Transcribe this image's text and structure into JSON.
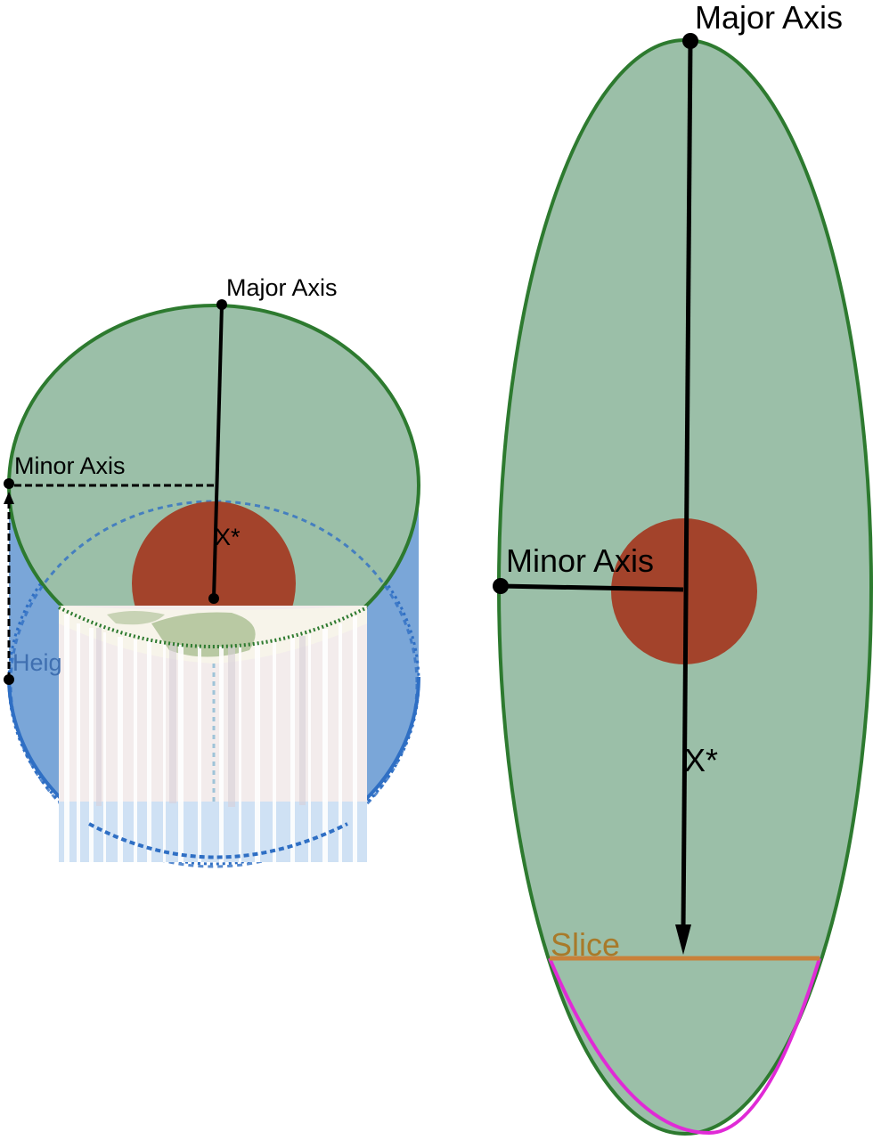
{
  "colors": {
    "ellipse_fill": "#9bbfa8",
    "ellipse_stroke": "#2d7a2f",
    "cylinder_fill": "#7aa6d8",
    "cylinder_stroke": "#2f6fc4",
    "core_fill": "#a3432b",
    "axis": "#000000",
    "slice": "#c9813a",
    "slice_label": "#a87a2a",
    "cap_arc": "#e02ad6",
    "height_label": "#3f6fb0"
  },
  "left_figure": {
    "major_axis_label": "Major Axis",
    "minor_axis_label": "Minor Axis",
    "center_label": "X*",
    "height_label": "Heig"
  },
  "right_figure": {
    "major_axis_label": "Major Axis",
    "minor_axis_label": "Minor Axis",
    "center_label": "X*",
    "slice_label": "Slice"
  }
}
